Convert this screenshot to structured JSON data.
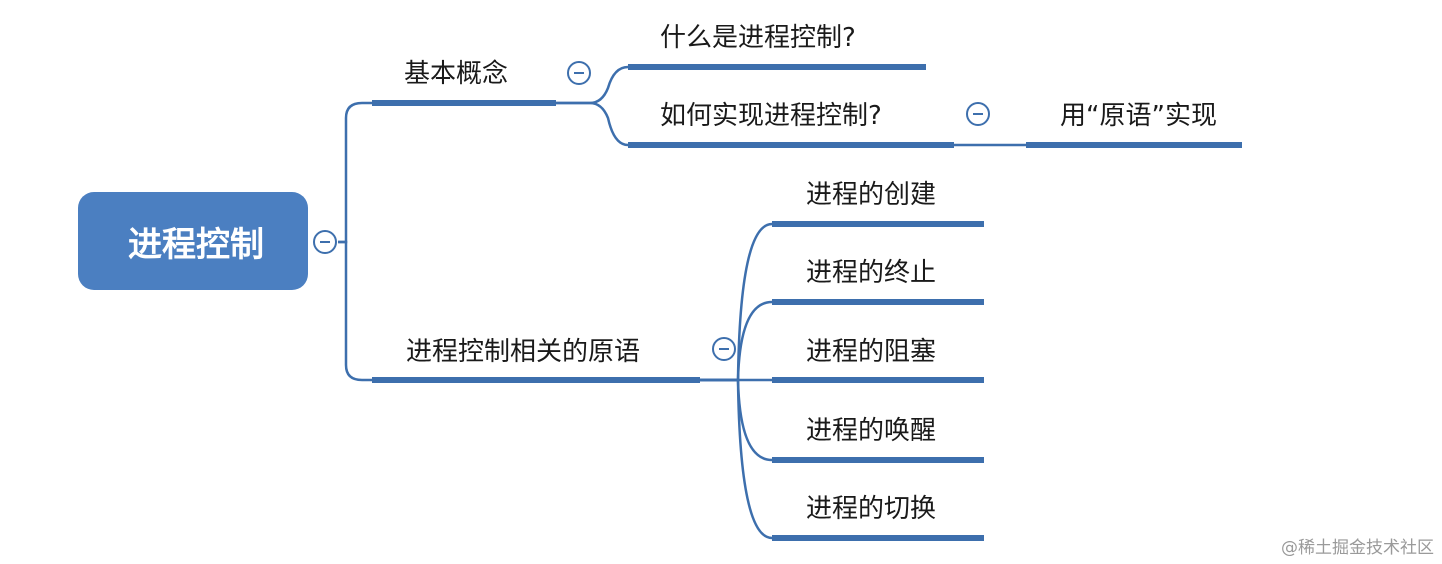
{
  "colors": {
    "line": "#3d6fad",
    "root_fill": "#4b7fc1",
    "root_text": "#ffffff",
    "text": "#1a1a1a"
  },
  "root": {
    "label": "进程控制"
  },
  "branches": [
    {
      "label": "基本概念",
      "children": [
        {
          "label": "什么是进程控制?"
        },
        {
          "label": "如何实现进程控制?",
          "children": [
            {
              "label": "用“原语”实现"
            }
          ]
        }
      ]
    },
    {
      "label": "进程控制相关的原语",
      "children": [
        {
          "label": "进程的创建"
        },
        {
          "label": "进程的终止"
        },
        {
          "label": "进程的阻塞"
        },
        {
          "label": "进程的唤醒"
        },
        {
          "label": "进程的切换"
        }
      ]
    }
  ],
  "icons": {
    "collapse": "collapse-minus-icon"
  },
  "watermark": "@稀土掘金技术社区"
}
